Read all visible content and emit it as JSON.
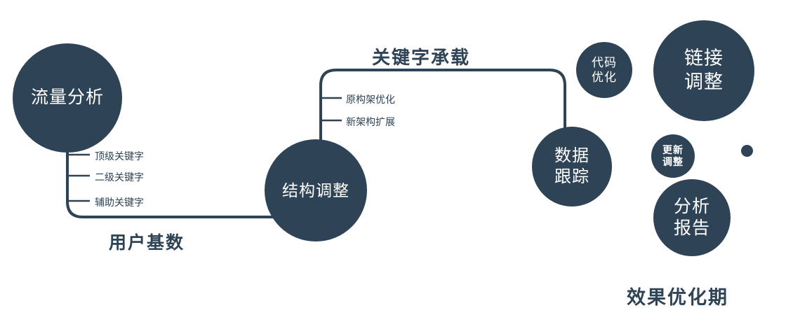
{
  "colors": {
    "node_fill": "#2e4355",
    "line": "#2e4355",
    "dark_text": "#2e4355",
    "node_text": "#ffffff",
    "background": "#ffffff"
  },
  "nodes": {
    "traffic_analysis": {
      "label": "流量分析"
    },
    "structure_adjustment": {
      "label": "结构调整"
    },
    "data_tracking": {
      "label": "数据\n跟踪"
    },
    "code_optimization": {
      "label": "代码\n优化"
    },
    "link_adjustment": {
      "label": "链接\n调整"
    },
    "update_adjustment": {
      "label": "更新\n调整"
    },
    "analysis_report": {
      "label": "分析\n报告"
    }
  },
  "edge_labels": {
    "user_base": "用户基数",
    "keyword_carry": "关键字承载"
  },
  "branch_labels": {
    "left": [
      "顶级关键字",
      "二级关键字",
      "辅助关键字"
    ],
    "middle": [
      "原构架优化",
      "新架构扩展"
    ]
  },
  "caption": "效果优化期"
}
